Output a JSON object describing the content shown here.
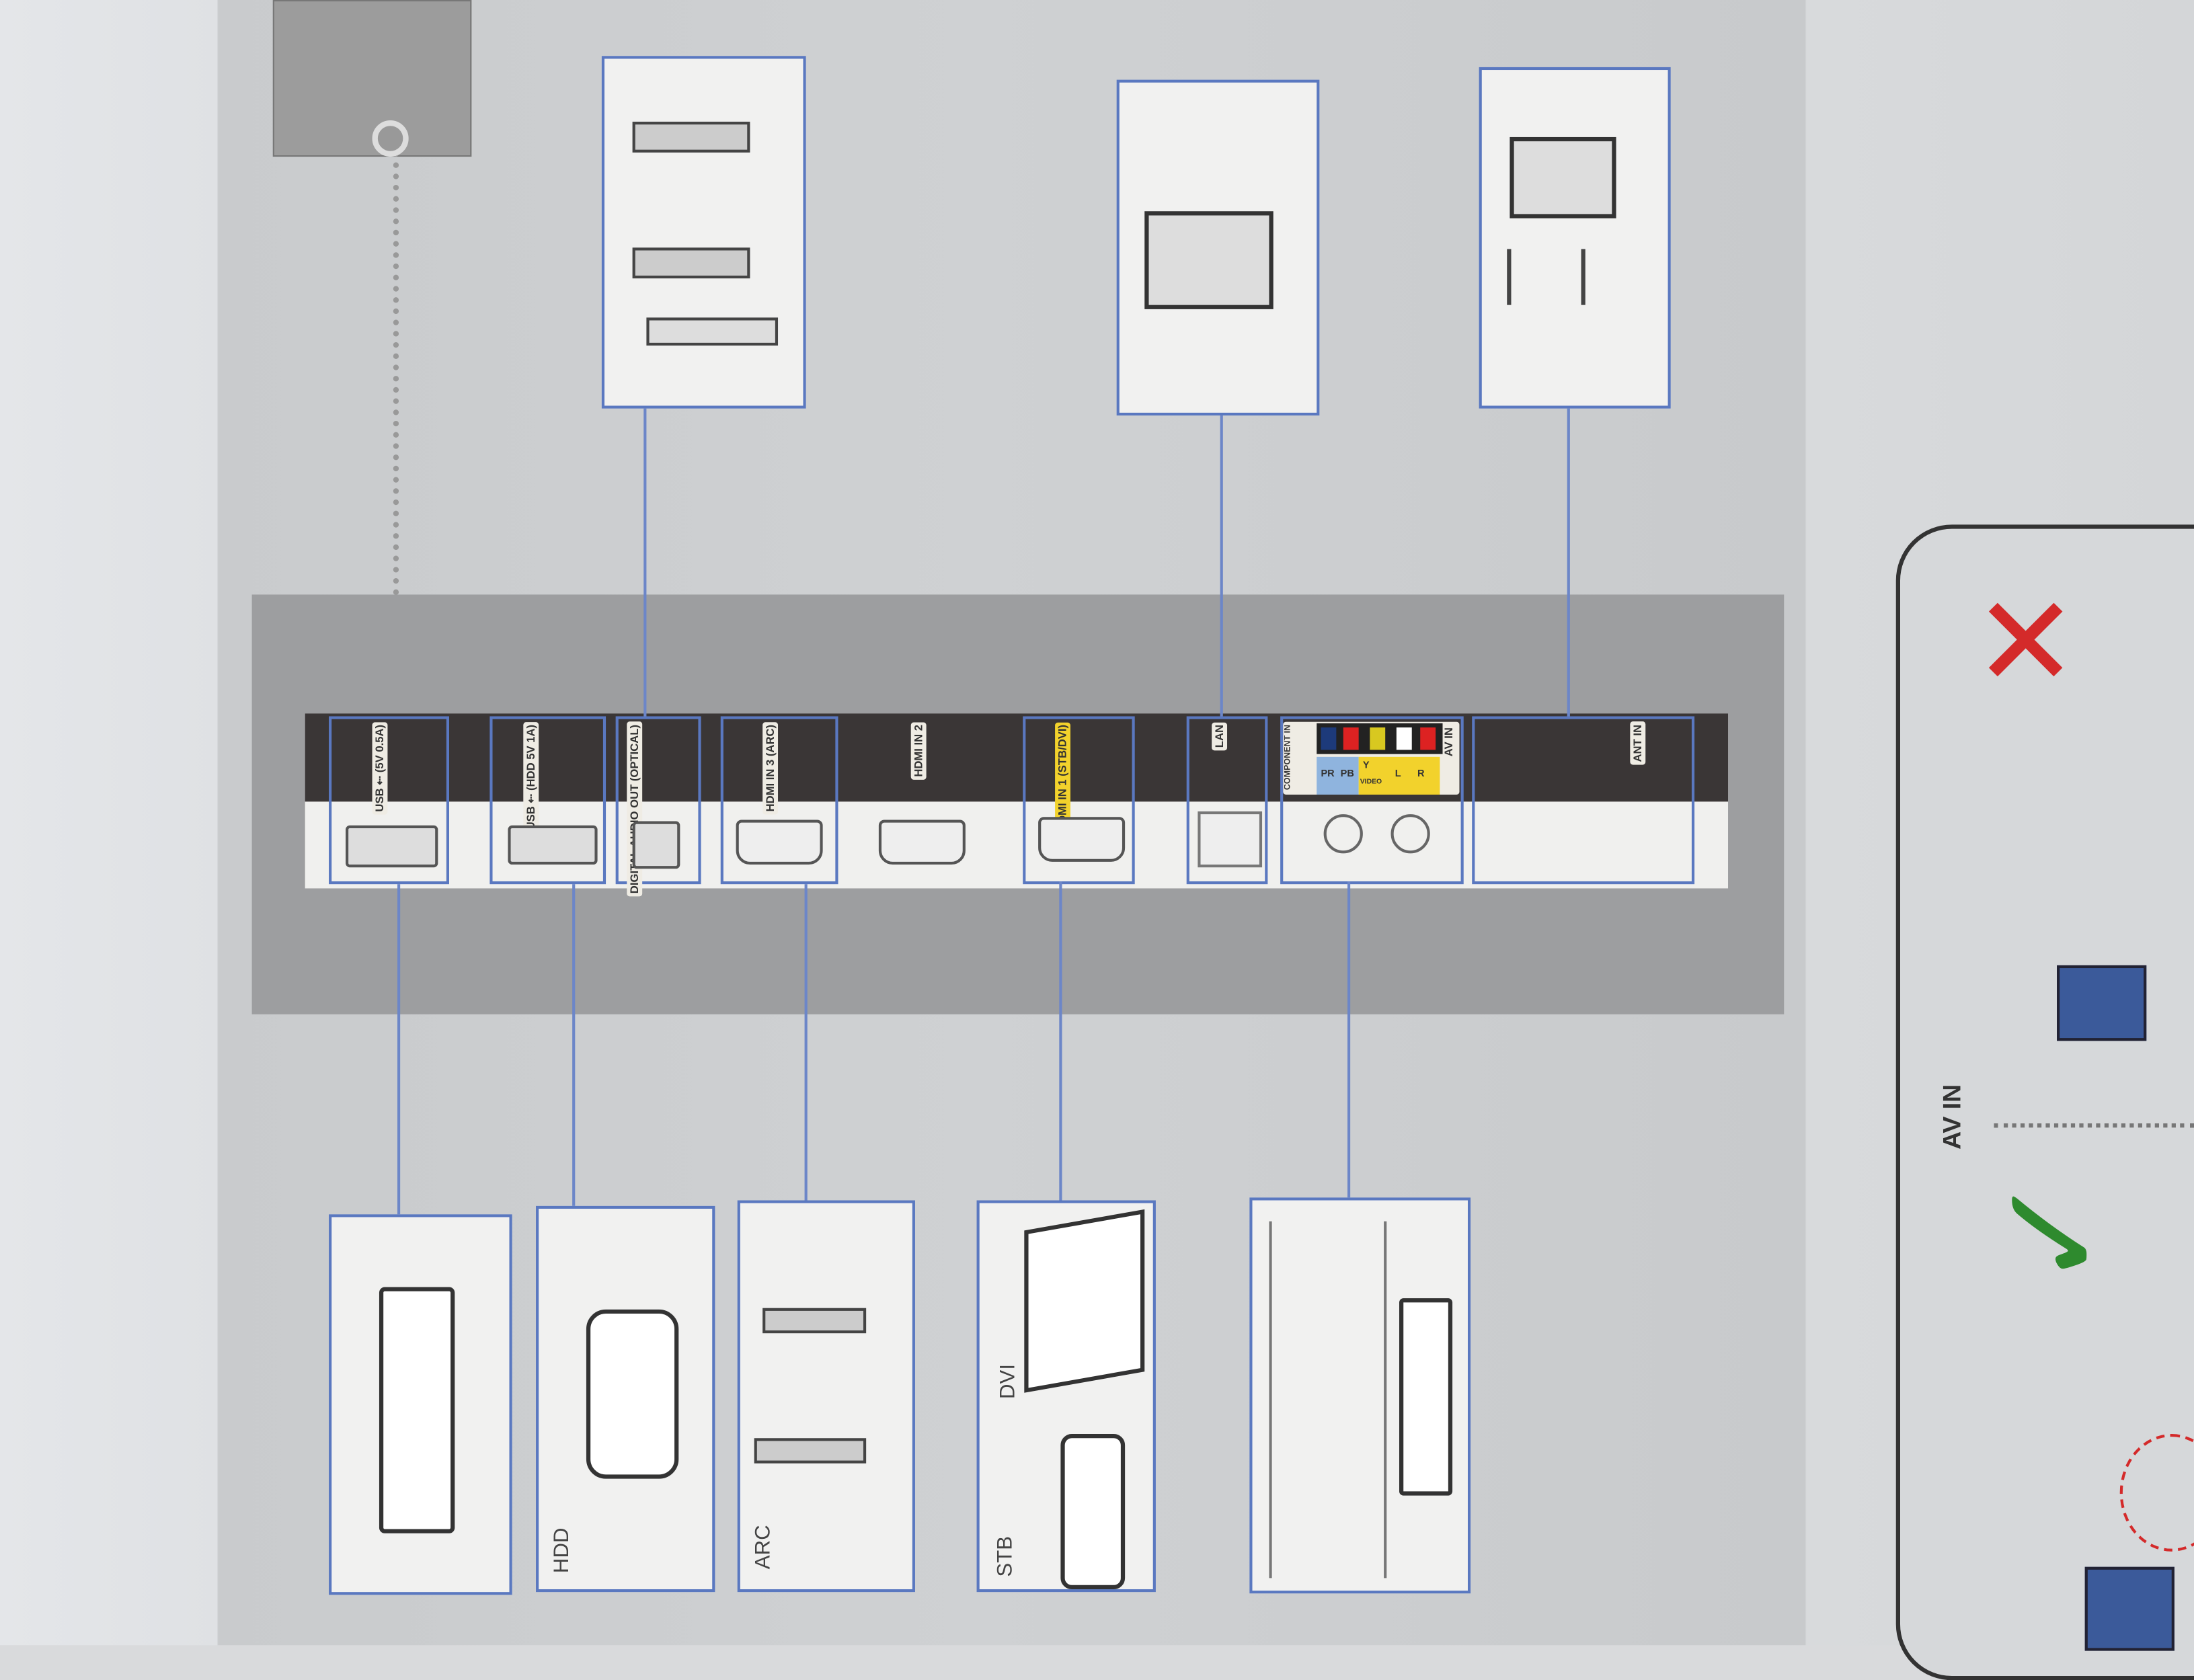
{
  "ports": {
    "usb1": "USB ⇠ (5V 0.5A)",
    "usb2": "USB ⇠ (HDD 5V 1A)",
    "optical": "DIGITAL AUDIO OUT (OPTICAL)",
    "hdmi3": "HDMI IN 3 (ARC)",
    "hdmi2": "HDMI IN 2",
    "hdmi1": "HDMI IN 1 (STB/DVI)",
    "lan": "LAN",
    "component": "COMPONENT IN",
    "comp_pr": "PR",
    "comp_pb": "PB",
    "comp_y": "Y",
    "av_video": "VIDEO",
    "av_l": "L",
    "av_r": "R",
    "av_in": "AV IN",
    "ant_in": "ANT IN"
  },
  "devices": {
    "hdd": "HDD",
    "arc": "ARC",
    "stb": "STB",
    "dvi": "DVI"
  },
  "side_panel": {
    "title": "AV IN"
  },
  "colors": {
    "line": "#5a78c0",
    "highlight": "#f2d22c",
    "wrong": "#d42a2a",
    "right": "#2e8a2e"
  }
}
